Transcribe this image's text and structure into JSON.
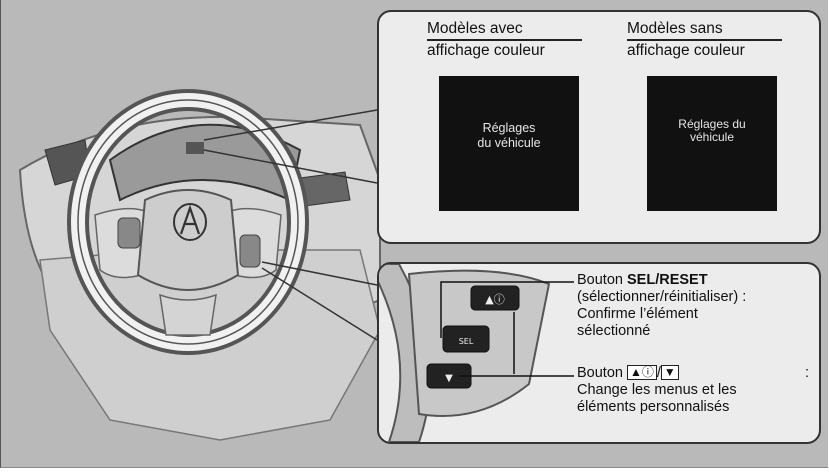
{
  "panel_top": {
    "col1_title_l1": "Modèles avec",
    "col1_title_l2": "affichage couleur",
    "col2_title_l1": "Modèles sans",
    "col2_title_l2": "affichage couleur",
    "screen1_l1": "Réglages",
    "screen1_l2": "du véhicule",
    "screen2_l1": "Réglages du",
    "screen2_l2": "véhicule"
  },
  "panel_bottom": {
    "sel_prefix": "Bouton ",
    "sel_name": "SEL/RESET",
    "sel_l2": "(sélectionner/réinitialiser) :",
    "sel_l3": "Confirme l’élément",
    "sel_l4": "sélectionné",
    "arrow_prefix": "Bouton ",
    "arrow_key1": "▲ⓘ",
    "arrow_sep": "/",
    "arrow_key2": "▼",
    "arrow_colon": ":",
    "arrow_l2": "Change les menus et les",
    "arrow_l3": "éléments personnalisés",
    "key_up_label": "▲ⓘ",
    "key_down_label": "▼"
  },
  "icons": [
    "acura-logo-icon",
    "steering-wheel-icon",
    "info-icon"
  ],
  "colors": {
    "background": "#b9b9b9",
    "panel": "#ececec",
    "screen": "#111111"
  }
}
